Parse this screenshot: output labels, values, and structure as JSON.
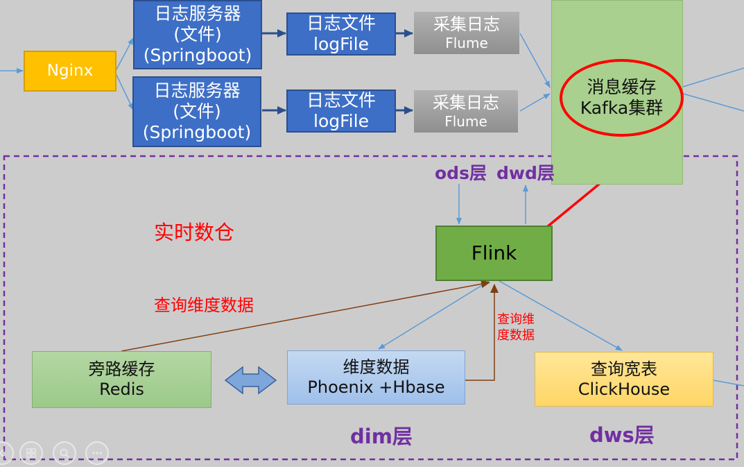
{
  "nginx": "Nginx",
  "log_server_1": [
    "日志服务器",
    "(文件)",
    "(Springboot)"
  ],
  "log_server_2": [
    "日志服务器",
    "(文件)",
    "(Springboot)"
  ],
  "log_file_1": [
    "日志文件",
    "logFile"
  ],
  "log_file_2": [
    "日志文件",
    "logFile"
  ],
  "collect_1": [
    "采集日志",
    "Flume"
  ],
  "collect_2": [
    "采集日志",
    "Flume"
  ],
  "kafka": [
    "消息缓存",
    "Kafka集群"
  ],
  "ods_layer": "ods层",
  "dwd_layer": "dwd层",
  "realtime_dw": "实时数仓",
  "flink": "Flink",
  "query_dim_data": "查询维度数据",
  "query_dim_data_small": [
    "查询维",
    "度数据"
  ],
  "redis": [
    "旁路缓存",
    "Redis"
  ],
  "phoenix": [
    "维度数据",
    "Phoenix +Hbase"
  ],
  "clickhouse": [
    "查询宽表",
    "ClickHouse"
  ],
  "dim_layer": "dim层",
  "dws_layer": "dws层",
  "colors": {
    "background": "#cdcccd",
    "blue_box": "#3e6fc6",
    "nginx": "#ffc000",
    "kafka": "#a9d08e",
    "flink": "#70ad47",
    "dashed_border": "#7030a0",
    "highlight": "#ff0000",
    "arrow_blue": "#5b9bd5",
    "arrow_dark_blue": "#2b4f8a",
    "arrow_brown": "#7f3f10"
  },
  "controls": [
    "prev-icon",
    "grid-icon",
    "zoom-icon",
    "more-icon"
  ]
}
